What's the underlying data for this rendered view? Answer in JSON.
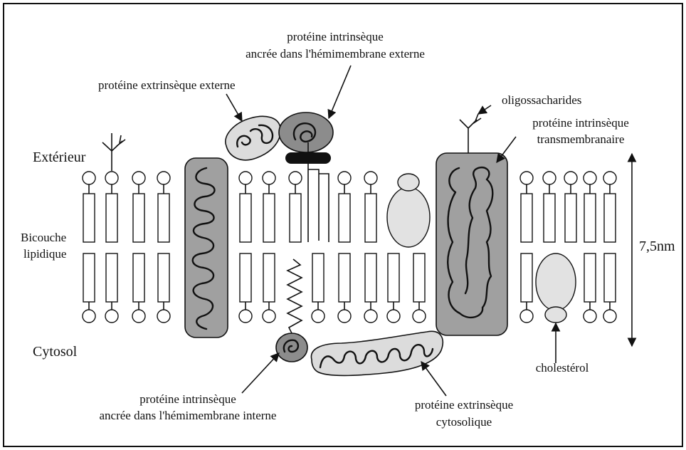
{
  "labels": {
    "exterieur": "Extérieur",
    "cytosol": "Cytosol",
    "bicouche_line1": "Bicouche",
    "bicouche_line2": "lipidique",
    "thickness": "7,5nm",
    "prot_extrinseque_externe": "protéine extrinsèque externe",
    "prot_ancree_ext_line1": "protéine intrinsèque",
    "prot_ancree_ext_line2": "ancrée dans l'hémimembrane externe",
    "oligo": "oligossacharides",
    "prot_transmem_line1": "protéine intrinsèque",
    "prot_transmem_line2": "transmembranaire",
    "cholesterol": "cholestérol",
    "prot_ancree_int_line1": "protéine intrinsèque",
    "prot_ancree_int_line2": "ancrée dans l'hémimembrane interne",
    "prot_cyto_line1": "protéine extrinsèque",
    "prot_cyto_line2": "cytosolique"
  }
}
